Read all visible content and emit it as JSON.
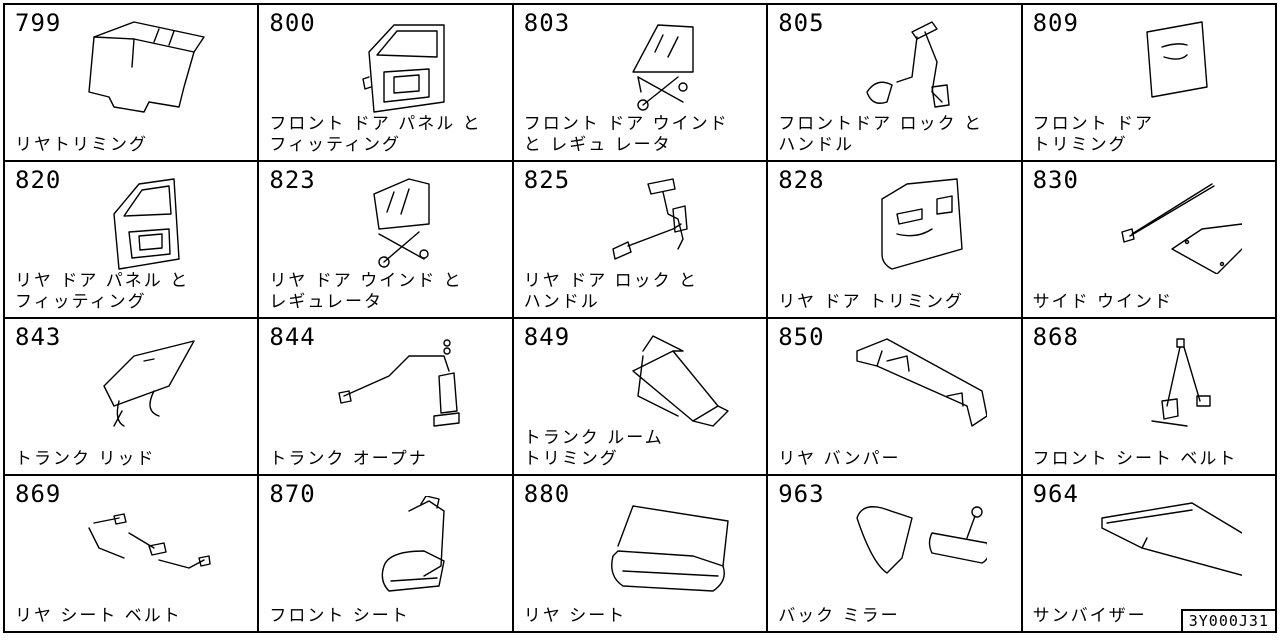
{
  "catalog_code": "3Y000J31",
  "cells": [
    {
      "num": "799",
      "label": "リヤトリミング",
      "icon": "rear-trim-panel-icon"
    },
    {
      "num": "800",
      "label": "フロント ドア パネル と\nフィッティング",
      "icon": "front-door-panel-icon"
    },
    {
      "num": "803",
      "label": "フロント ドア ウインド\nと レギュ レータ",
      "icon": "window-regulator-icon"
    },
    {
      "num": "805",
      "label": "フロントドア ロック と\nハンドル",
      "icon": "door-lock-handle-icon"
    },
    {
      "num": "809",
      "label": "フロント ドア\nトリミング",
      "icon": "door-trim-icon"
    },
    {
      "num": "820",
      "label": "リヤ ドア パネル と\nフィッティング",
      "icon": "rear-door-panel-icon"
    },
    {
      "num": "823",
      "label": "リヤ ドア ウインド と\nレギュレータ",
      "icon": "window-regulator-icon"
    },
    {
      "num": "825",
      "label": "リヤ ドア ロック と\nハンドル",
      "icon": "door-lock-handle-icon"
    },
    {
      "num": "828",
      "label": "リヤ ドア トリミング",
      "icon": "door-trim-icon"
    },
    {
      "num": "830",
      "label": "サイド ウインド",
      "icon": "side-window-icon"
    },
    {
      "num": "843",
      "label": "トランク リッド",
      "icon": "trunk-lid-icon"
    },
    {
      "num": "844",
      "label": "トランク オープナ",
      "icon": "trunk-opener-icon"
    },
    {
      "num": "849",
      "label": "トランク ルーム\nトリミング",
      "icon": "trunk-trim-icon"
    },
    {
      "num": "850",
      "label": "リヤ バンパー",
      "icon": "rear-bumper-icon"
    },
    {
      "num": "868",
      "label": "フロント シート ベルト",
      "icon": "seat-belt-icon"
    },
    {
      "num": "869",
      "label": "リヤ シート ベルト",
      "icon": "rear-seat-belt-icon"
    },
    {
      "num": "870",
      "label": "フロント シート",
      "icon": "front-seat-icon"
    },
    {
      "num": "880",
      "label": "リヤ シート",
      "icon": "rear-seat-icon"
    },
    {
      "num": "963",
      "label": "バック ミラー",
      "icon": "mirror-icon"
    },
    {
      "num": "964",
      "label": "サンバイザー",
      "icon": "sun-visor-icon"
    }
  ]
}
